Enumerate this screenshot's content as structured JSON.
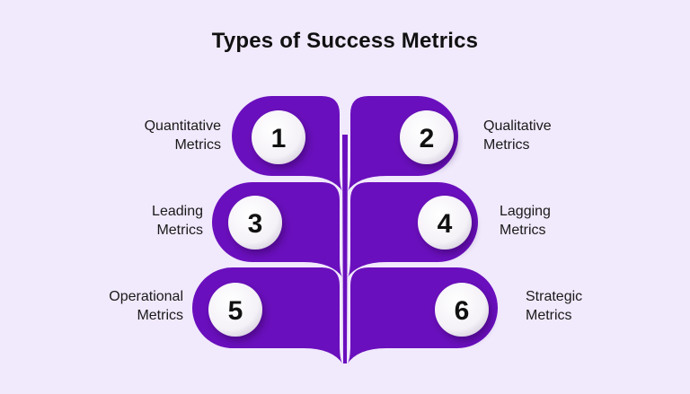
{
  "title": "Types of Success Metrics",
  "colors": {
    "background": "#f1e9fc",
    "leaf": "#6a0fbd",
    "leaf_shadow": "#4c0a88",
    "stem": "#6a0fbd",
    "circle": "#ffffff",
    "text": "#111111"
  },
  "items": [
    {
      "number": "1",
      "line1": "Quantitative",
      "line2": "Metrics",
      "side": "left"
    },
    {
      "number": "2",
      "line1": "Qualitative",
      "line2": "Metrics",
      "side": "right"
    },
    {
      "number": "3",
      "line1": "Leading",
      "line2": "Metrics",
      "side": "left"
    },
    {
      "number": "4",
      "line1": "Lagging",
      "line2": "Metrics",
      "side": "right"
    },
    {
      "number": "5",
      "line1": "Operational",
      "line2": "Metrics",
      "side": "left"
    },
    {
      "number": "6",
      "line1": "Strategic",
      "line2": "Metrics",
      "side": "right"
    }
  ]
}
